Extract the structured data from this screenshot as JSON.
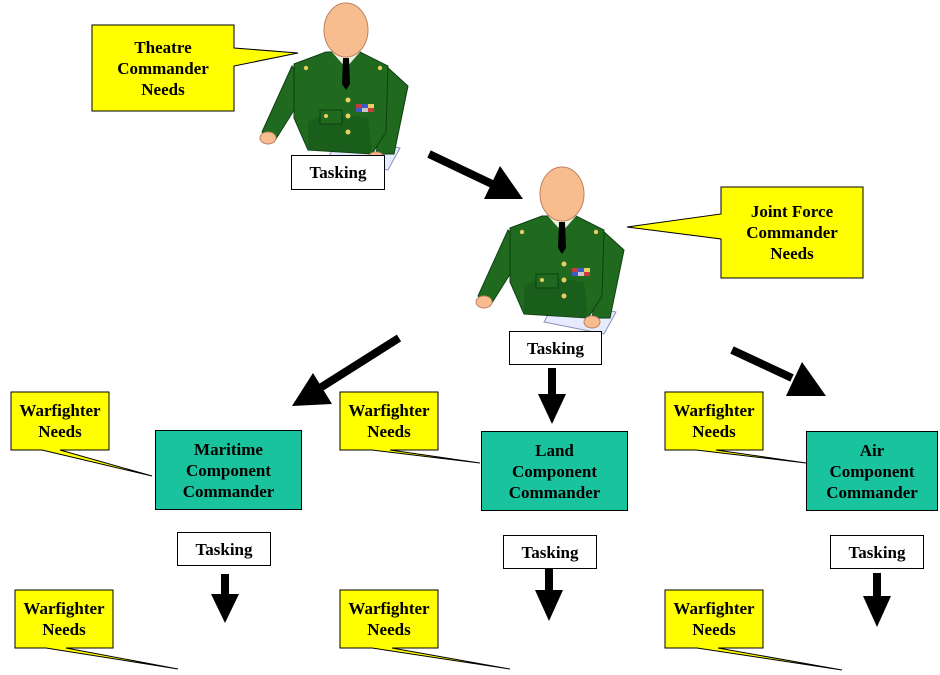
{
  "colors": {
    "callout_fill": "#ffff00",
    "component_fill": "#19c39d",
    "uniform": "#1f6a1f",
    "uniform_shadow": "#0f3f12",
    "skin": "#f7bd8f",
    "paper": "#e6ebff",
    "arrow": "#000000"
  },
  "icons": {
    "commander": "officer-figure-icon"
  },
  "callouts": {
    "theatre": "Theatre\nCommander\nNeeds",
    "joint": "Joint Force\nCommander\nNeeds",
    "warfighter_left_top": "Warfighter\nNeeds",
    "warfighter_mid_top": "Warfighter\nNeeds",
    "warfighter_right_top": "Warfighter\nNeeds",
    "warfighter_left_bottom": "Warfighter\nNeeds",
    "warfighter_mid_bottom": "Warfighter\nNeeds",
    "warfighter_right_bottom": "Warfighter\nNeeds"
  },
  "tasking": {
    "theatre": "Tasking",
    "joint": "Tasking",
    "maritime": "Tasking",
    "land": "Tasking",
    "air": "Tasking"
  },
  "components": {
    "maritime": "Maritime\nComponent\nCommander",
    "land": "Land\nComponent\nCommander",
    "air": "Air\nComponent\nCommander"
  }
}
